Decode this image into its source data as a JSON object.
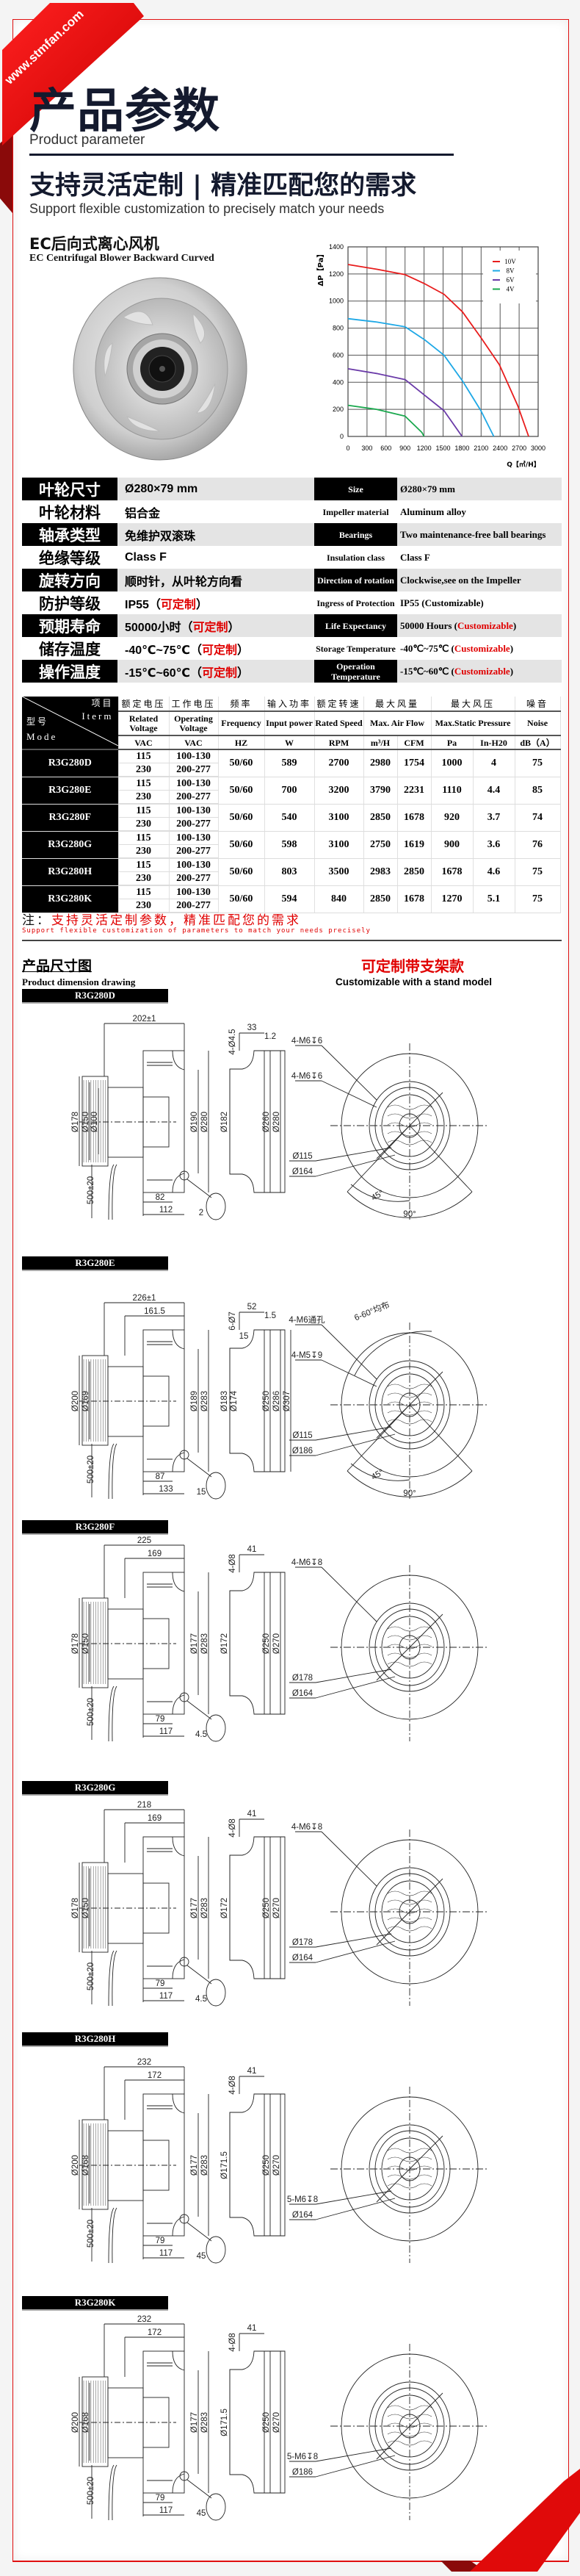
{
  "brand": {
    "ribbon_text": "www.stmfan.com",
    "accent": "#e00000"
  },
  "header": {
    "title": "产品参数",
    "title_en": "Product parameter",
    "subtitle": "支持灵活定制 | 精准匹配您的需求",
    "subtitle_en": "Support flexible customization to precisely match your needs"
  },
  "product": {
    "name": "EC后向式离心风机",
    "name_en": "EC Centrifugal Blower Backward Curved"
  },
  "chart_data": {
    "type": "line",
    "title": "",
    "xlabel": "Q【㎥/H】",
    "ylabel": "ΔP【Pa】",
    "xlim": [
      0,
      3000
    ],
    "ylim": [
      0,
      1400
    ],
    "xticks": [
      0,
      300,
      600,
      900,
      1200,
      1500,
      1800,
      2100,
      2400,
      2700,
      3000
    ],
    "yticks": [
      0,
      200,
      400,
      600,
      800,
      1000,
      1200,
      1400
    ],
    "grid": true,
    "legend": "top-right",
    "series": [
      {
        "name": "10V",
        "color": "#e81c1c",
        "x": [
          0,
          450,
          900,
          1200,
          1515,
          1806,
          2097,
          2388,
          2680,
          2850
        ],
        "y": [
          1270,
          1235,
          1195,
          1130,
          1050,
          920,
          730,
          530,
          225,
          0
        ]
      },
      {
        "name": "8V",
        "color": "#1ea8e6",
        "x": [
          0,
          450,
          900,
          1220,
          1515,
          1806,
          2097,
          2300
        ],
        "y": [
          870,
          845,
          810,
          710,
          600,
          410,
          190,
          0
        ]
      },
      {
        "name": "6V",
        "color": "#6a3aa8",
        "x": [
          0,
          450,
          900,
          1220,
          1515,
          1800
        ],
        "y": [
          500,
          465,
          420,
          300,
          190,
          0
        ]
      },
      {
        "name": "4V",
        "color": "#1aa84e",
        "x": [
          0,
          450,
          900,
          1165,
          1200
        ],
        "y": [
          230,
          200,
          150,
          30,
          0
        ]
      }
    ]
  },
  "spec_rows": [
    {
      "cn_label": "叶轮尺寸",
      "cn": {
        "pre": "Ø280×79 mm",
        "red": "",
        "post": ""
      },
      "en_label": "Size",
      "en": {
        "pre": "Ø280×79 mm",
        "red": "",
        "post": ""
      },
      "dark": true
    },
    {
      "cn_label": "叶轮材料",
      "cn": {
        "pre": "铝合金",
        "red": "",
        "post": ""
      },
      "en_label": "Impeller material",
      "en": {
        "pre": "Aluminum alloy",
        "red": "",
        "post": ""
      },
      "dark": false
    },
    {
      "cn_label": "轴承类型",
      "cn": {
        "pre": "免维护双滚珠",
        "red": "",
        "post": ""
      },
      "en_label": "Bearings",
      "en": {
        "pre": "Two maintenance-free ball bearings",
        "red": "",
        "post": ""
      },
      "dark": true
    },
    {
      "cn_label": "绝缘等级",
      "cn": {
        "pre": "Class F",
        "red": "",
        "post": ""
      },
      "en_label": "Insulation class",
      "en": {
        "pre": "Class F",
        "red": "",
        "post": ""
      },
      "dark": false
    },
    {
      "cn_label": "旋转方向",
      "cn": {
        "pre": "顺时针，从叶轮方向看",
        "red": "",
        "post": ""
      },
      "en_label": "Direction of rotation",
      "en": {
        "pre": "Clockwise,see on the Impeller",
        "red": "",
        "post": ""
      },
      "dark": true
    },
    {
      "cn_label": "防护等级",
      "cn": {
        "pre": "IP55（",
        "red": "可定制",
        "post": "）"
      },
      "en_label": "Ingress of Protection",
      "en": {
        "pre": "IP55 (Customizable)",
        "red": "",
        "post": ""
      },
      "dark": false
    },
    {
      "cn_label": "预期寿命",
      "cn": {
        "pre": "50000小时（",
        "red": "可定制",
        "post": "）"
      },
      "en_label": "Life Expectancy",
      "en": {
        "pre": "50000 Hours (",
        "red": "Customizable",
        "post": ")"
      },
      "dark": true
    },
    {
      "cn_label": "储存温度",
      "cn": {
        "pre": "-40℃~75℃（",
        "red": "可定制",
        "post": "）"
      },
      "en_label": "Storage Temperature",
      "en": {
        "pre": "-40℃~75℃ (",
        "red": "Customizable",
        "post": ")"
      },
      "dark": false
    },
    {
      "cn_label": "操作温度",
      "cn": {
        "pre": "-15℃~60℃（",
        "red": "可定制",
        "post": "）"
      },
      "en_label": "Operation Temperature",
      "en": {
        "pre": "-15℃~60℃ (",
        "red": "Customizable",
        "post": ")"
      },
      "dark": true
    }
  ],
  "models_table": {
    "corner": {
      "item_cn": "项目",
      "item_en": "Iterm",
      "model_cn": "型号",
      "model_en": "Mode"
    },
    "headers_cn": [
      "额定电压",
      "工作电压",
      "频率",
      "输入功率",
      "额定转速",
      "最大风量",
      "最大风压",
      "噪音"
    ],
    "headers_en": [
      "Related Voltage",
      "Operating Voltage",
      "Frequency",
      "Input power",
      "Rated Speed",
      "Max. Air Flow",
      "Max.Static Pressure",
      "Noise"
    ],
    "units": [
      "VAC",
      "VAC",
      "HZ",
      "W",
      "RPM",
      "m³/H",
      "CFM",
      "Pa",
      "In-H20",
      "dB（A）"
    ],
    "rows": [
      {
        "model": "R3G280D",
        "rated_v": [
          "115",
          "230"
        ],
        "op_v": [
          "100-130",
          "200-277"
        ],
        "freq": "50/60",
        "power": "589",
        "rpm": "2700",
        "m3h": "2980",
        "cfm": "1754",
        "pa": "1000",
        "inh2o": "4",
        "noise": "75"
      },
      {
        "model": "R3G280E",
        "rated_v": [
          "115",
          "230"
        ],
        "op_v": [
          "100-130",
          "200-277"
        ],
        "freq": "50/60",
        "power": "700",
        "rpm": "3200",
        "m3h": "3790",
        "cfm": "2231",
        "pa": "1110",
        "inh2o": "4.4",
        "noise": "85"
      },
      {
        "model": "R3G280F",
        "rated_v": [
          "115",
          "230"
        ],
        "op_v": [
          "100-130",
          "200-277"
        ],
        "freq": "50/60",
        "power": "540",
        "rpm": "3100",
        "m3h": "2850",
        "cfm": "1678",
        "pa": "920",
        "inh2o": "3.7",
        "noise": "74"
      },
      {
        "model": "R3G280G",
        "rated_v": [
          "115",
          "230"
        ],
        "op_v": [
          "100-130",
          "200-277"
        ],
        "freq": "50/60",
        "power": "598",
        "rpm": "3100",
        "m3h": "2750",
        "cfm": "1619",
        "pa": "900",
        "inh2o": "3.6",
        "noise": "76"
      },
      {
        "model": "R3G280H",
        "rated_v": [
          "115",
          "230"
        ],
        "op_v": [
          "100-130",
          "200-277"
        ],
        "freq": "50/60",
        "power": "803",
        "rpm": "3500",
        "m3h": "2983",
        "cfm": "2850",
        "pa": "1678",
        "inh2o": "4.6",
        "noise": "75"
      },
      {
        "model": "R3G280K",
        "rated_v": [
          "115",
          "230"
        ],
        "op_v": [
          "100-130",
          "200-277"
        ],
        "freq": "50/60",
        "power": "594",
        "rpm": "840",
        "m3h": "2850",
        "cfm": "1678",
        "pa": "1270",
        "inh2o": "5.1",
        "noise": "75"
      }
    ],
    "note_prefix": "注：",
    "note": "支持灵活定制参数，精准匹配您的需求",
    "note_en": "Support flexible customization of parameters to match your needs precisely"
  },
  "dimensions": {
    "title": "产品尺寸图",
    "title_en": "Product dimension drawing",
    "stand": "可定制带支架款",
    "stand_en": "Customizable with a stand model"
  },
  "drawings": [
    {
      "model": "R3G280D",
      "top": [
        "202±1"
      ],
      "left": [
        "Ø178",
        "Ø150",
        "Ø100"
      ],
      "mid": [
        "Ø190",
        "Ø280"
      ],
      "ring_top": [
        "33",
        "1.2"
      ],
      "holes": "4-Ø4.5",
      "ring_extra": "",
      "ring_inner": [
        "Ø182"
      ],
      "ring_outer": [
        "Ø260",
        "Ø280"
      ],
      "callouts": [
        "4-M6↧6",
        "4-M6↧6"
      ],
      "front": [
        "Ø115",
        "Ø164"
      ],
      "bottom": [
        "82",
        "112"
      ],
      "detail": "2",
      "cable": "500±20",
      "angles": [
        "45°",
        "90°"
      ],
      "pattern": ""
    },
    {
      "model": "R3G280E",
      "top": [
        "226±1",
        "161.5"
      ],
      "left": [
        "Ø200",
        "Ø169"
      ],
      "mid": [
        "Ø189",
        "Ø283"
      ],
      "ring_top": [
        "52",
        "1.5"
      ],
      "holes": "6-Ø7",
      "ring_extra": "15",
      "ring_inner": [
        "Ø183",
        "Ø174"
      ],
      "ring_outer": [
        "Ø250",
        "Ø286",
        "Ø307"
      ],
      "callouts": [
        "4-M6通孔",
        "4-M5↧9"
      ],
      "front": [
        "Ø115",
        "Ø186"
      ],
      "bottom": [
        "87",
        "133"
      ],
      "detail": "15",
      "cable": "500±20",
      "angles": [
        "45°",
        "90°"
      ],
      "pattern": "6-60°均布"
    },
    {
      "model": "R3G280F",
      "top": [
        "225",
        "169"
      ],
      "left": [
        "Ø178",
        "Ø150"
      ],
      "mid": [
        "Ø177",
        "Ø283"
      ],
      "ring_top": [
        "41"
      ],
      "holes": "4-Ø8",
      "ring_extra": "",
      "ring_inner": [
        "Ø172"
      ],
      "ring_outer": [
        "Ø250",
        "Ø270"
      ],
      "callouts": [
        "4-M6↧8"
      ],
      "front": [
        "Ø178",
        "Ø164"
      ],
      "bottom": [
        "79",
        "117"
      ],
      "detail": "4.5",
      "cable": "500±20",
      "angles": [],
      "pattern": ""
    },
    {
      "model": "R3G280G",
      "top": [
        "218",
        "169"
      ],
      "left": [
        "Ø178",
        "Ø150"
      ],
      "mid": [
        "Ø177",
        "Ø283"
      ],
      "ring_top": [
        "41"
      ],
      "holes": "4-Ø8",
      "ring_extra": "",
      "ring_inner": [
        "Ø172"
      ],
      "ring_outer": [
        "Ø250",
        "Ø270"
      ],
      "callouts": [
        "4-M6↧8"
      ],
      "front": [
        "Ø178",
        "Ø164"
      ],
      "bottom": [
        "79",
        "117"
      ],
      "detail": "4.5",
      "cable": "500±20",
      "angles": [],
      "pattern": ""
    },
    {
      "model": "R3G280H",
      "top": [
        "232",
        "172"
      ],
      "left": [
        "Ø200",
        "Ø168"
      ],
      "mid": [
        "Ø177",
        "Ø283"
      ],
      "ring_top": [
        "41"
      ],
      "holes": "4-Ø8",
      "ring_extra": "",
      "ring_inner": [
        "Ø171.5"
      ],
      "ring_outer": [
        "Ø250",
        "Ø270"
      ],
      "callouts": [],
      "front": [
        "5-M6↧8",
        "Ø164"
      ],
      "bottom": [
        "79",
        "117"
      ],
      "detail": "45",
      "cable": "500±20",
      "angles": [],
      "pattern": ""
    },
    {
      "model": "R3G280K",
      "top": [
        "232",
        "172"
      ],
      "left": [
        "Ø200",
        "Ø168"
      ],
      "mid": [
        "Ø177",
        "Ø283"
      ],
      "ring_top": [
        "41"
      ],
      "holes": "4-Ø8",
      "ring_extra": "",
      "ring_inner": [
        "Ø171.5"
      ],
      "ring_outer": [
        "Ø250",
        "Ø270"
      ],
      "callouts": [],
      "front": [
        "5-M6↧8",
        "Ø186"
      ],
      "bottom": [
        "79",
        "117"
      ],
      "detail": "45",
      "cable": "500±20",
      "angles": [],
      "pattern": ""
    }
  ]
}
